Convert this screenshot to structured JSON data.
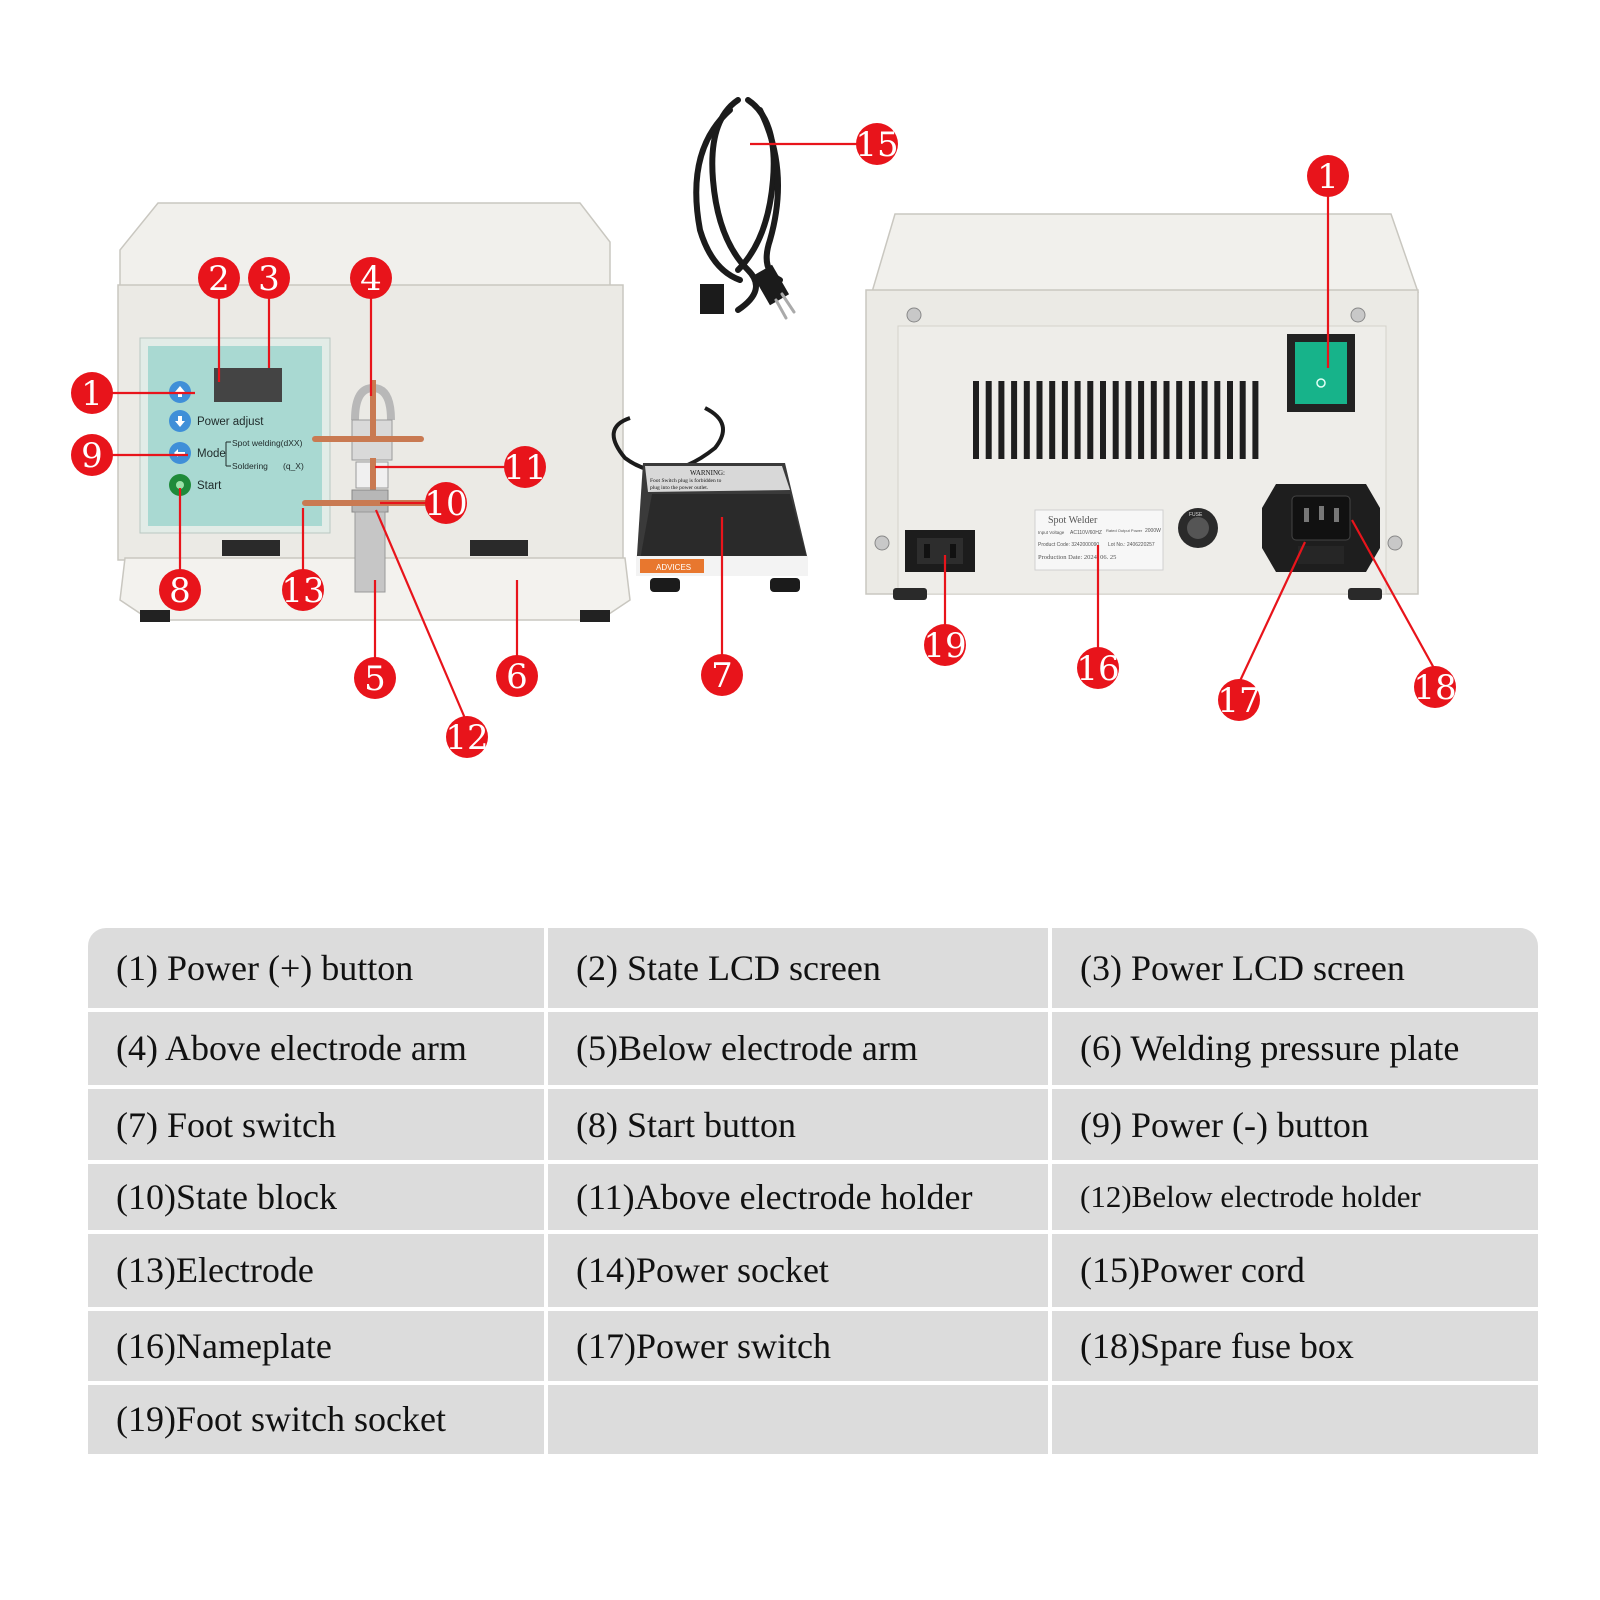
{
  "callouts": [
    "1",
    "2",
    "3",
    "4",
    "5",
    "6",
    "7",
    "8",
    "9",
    "10",
    "11",
    "12",
    "13",
    "15",
    "1",
    "19",
    "16",
    "17",
    "18"
  ],
  "front_panel": {
    "power_adjust": "Power adjust",
    "mode": "Mode",
    "spot_welding": "Spot welding(dXX)",
    "soldering": "Soldering",
    "soldering_code": "(q_X)",
    "start": "Start"
  },
  "foot_switch": {
    "warning_title": "WARNING:",
    "warning_line1": "Foot Switch plug is forbidden to",
    "warning_line2": "plug into the power outlet.",
    "advices": "ADVICES"
  },
  "nameplate": {
    "title": "Spot Welder",
    "input_voltage_label": "Input Voltage",
    "input_voltage_value": "AC110V/60HZ",
    "rated_output_label": "Rated Output Power",
    "rated_output_value": "2000W",
    "product_code": "Product Code: 3242000090",
    "lot_no": "Lot No.: 2406220257",
    "production_date": "Production Date: 2024. 06. 25"
  },
  "fuse_label": "FUSE",
  "legend_rows": [
    [
      "(1) Power (+) button",
      "(2) State LCD screen",
      "(3) Power LCD screen"
    ],
    [
      "(4) Above electrode arm",
      "(5)Below electrode arm",
      "(6) Welding pressure plate"
    ],
    [
      "(7) Foot switch",
      "(8) Start button",
      "(9) Power (-) button"
    ],
    [
      "(10)State block",
      "(11)Above electrode holder",
      "(12)Below electrode holder"
    ],
    [
      "(13)Electrode",
      "(14)Power socket",
      "(15)Power cord"
    ],
    [
      "(16)Nameplate",
      "(17)Power switch",
      "(18)Spare fuse box"
    ],
    [
      "(19)Foot switch socket",
      "",
      ""
    ]
  ],
  "colors": {
    "callout_red": "#e8141b",
    "panel_teal": "#a9d9d2",
    "switch_green": "#17b38a",
    "legend_bg": "#dcdcdc",
    "device_body": "#ecebe6"
  }
}
